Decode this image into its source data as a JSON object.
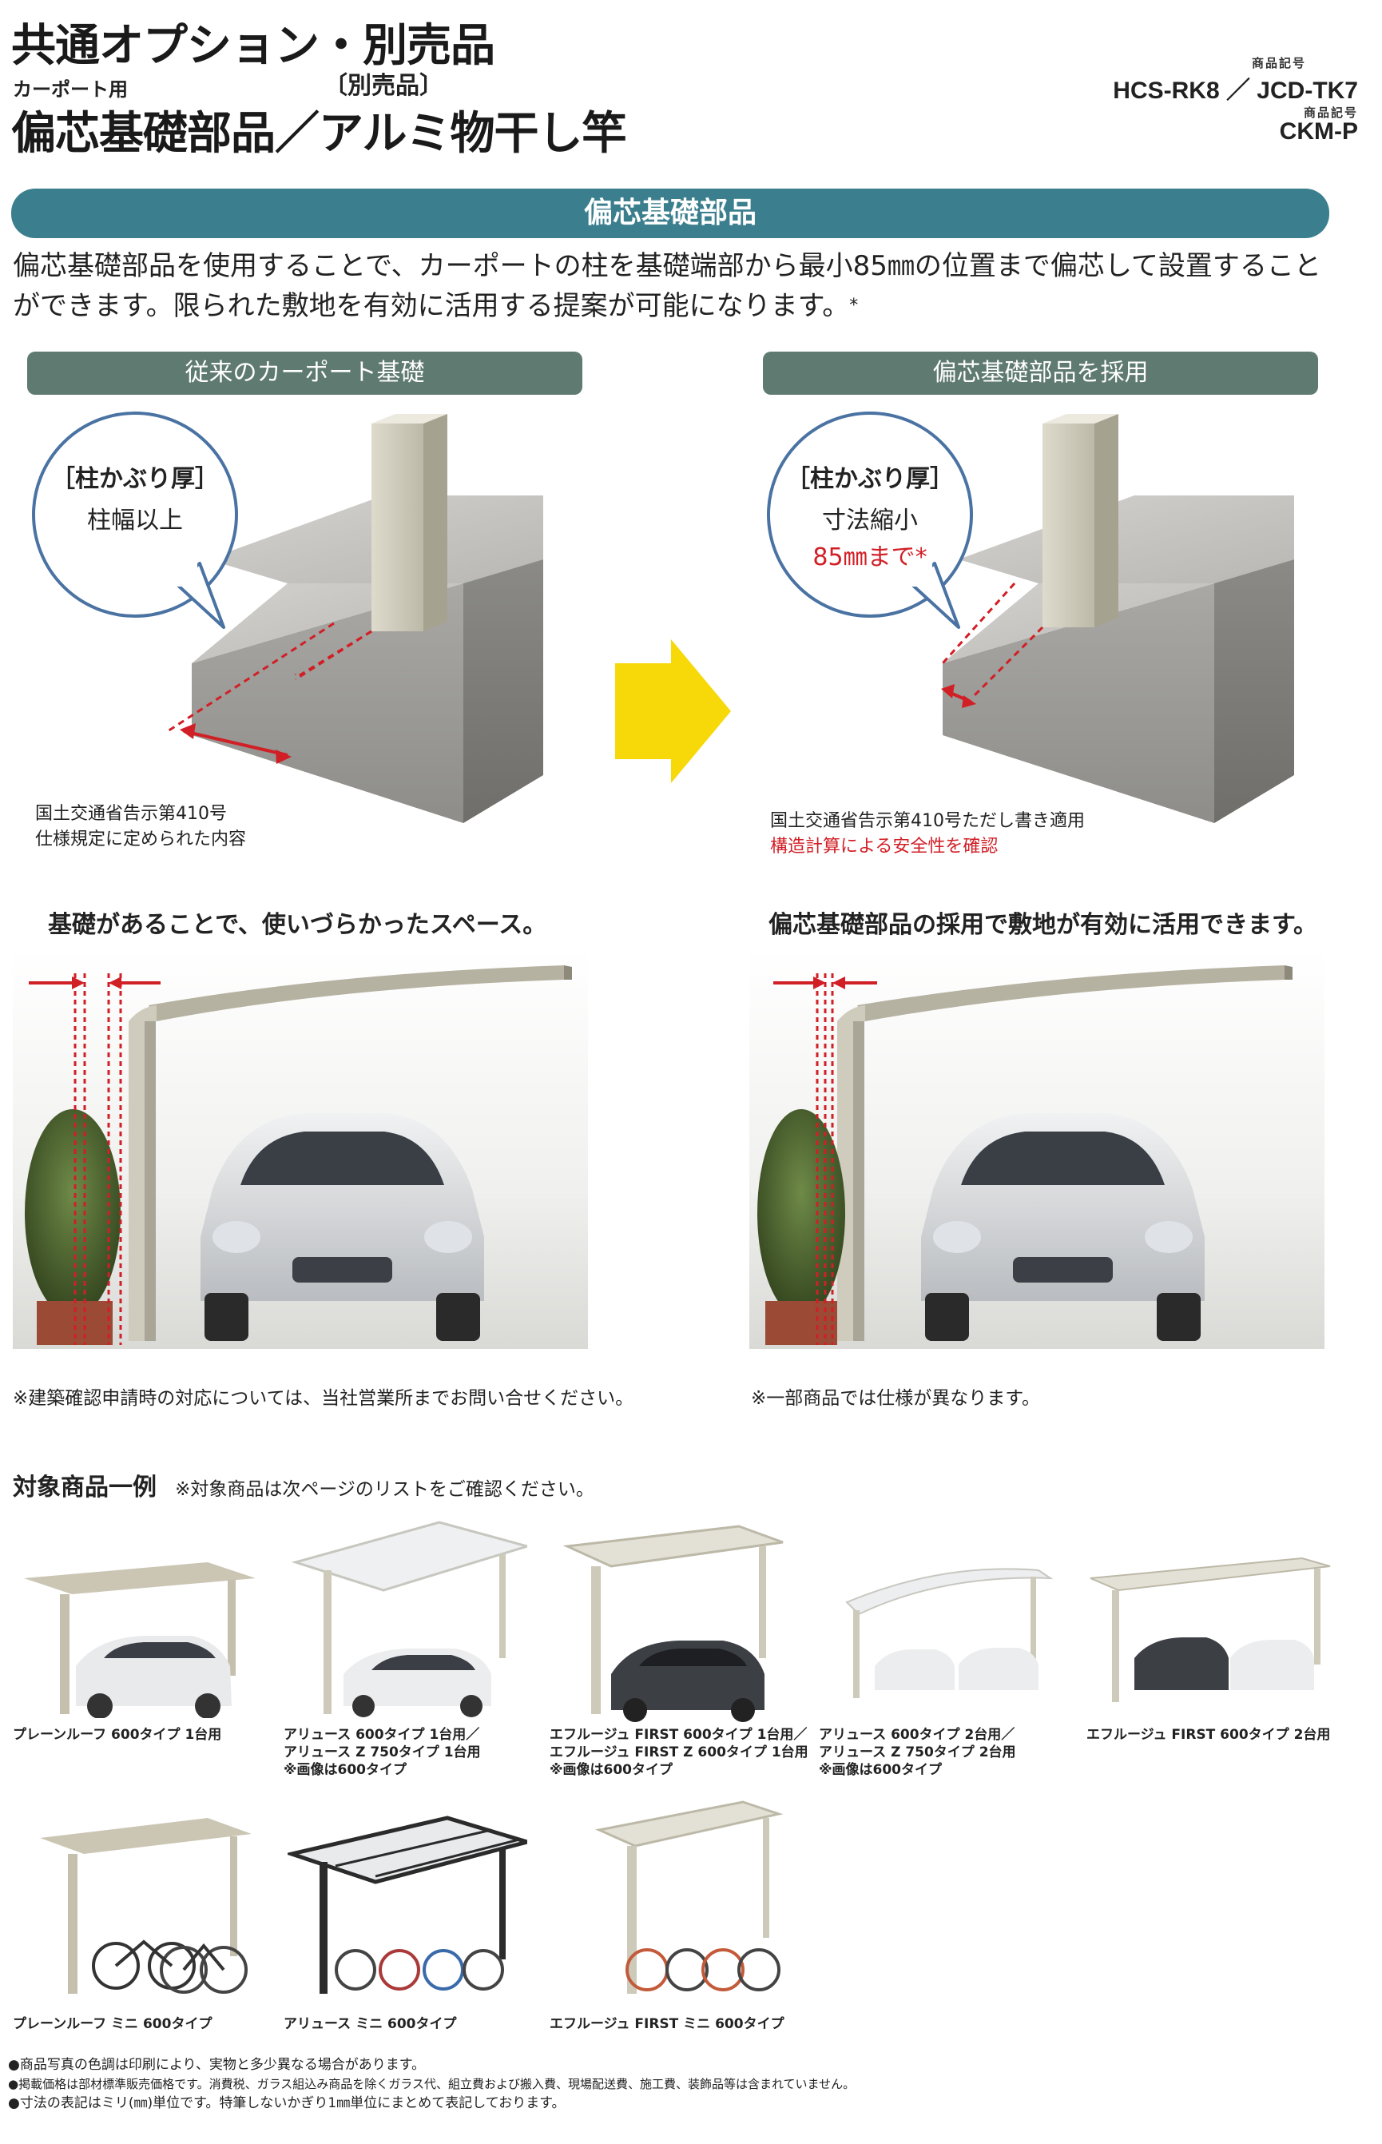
{
  "header": {
    "title_line1": "共通オプション・別売品",
    "subtitle_small": "カーポート用",
    "separate_tag": "〔別売品〕",
    "title_line2": "偏芯基礎部品／アルミ物干し竿",
    "code_label_1": "商品記号",
    "codes_1": "HCS-RK8 ／ JCD-TK7",
    "code_label_2": "商品記号",
    "codes_2": "CKM-P"
  },
  "section": {
    "band_title": "偏芯基礎部品",
    "description": "偏芯基礎部品を使用することで、カーポートの柱を基礎端部から最小85㎜の位置まで偏芯して設置することができます。限られた敷地を有効に活用する提案が可能になります。",
    "description_mark": "*"
  },
  "left_panel": {
    "heading": "従来のカーポート基礎",
    "bubble_title": "［柱かぶり厚］",
    "bubble_text": "柱幅以上",
    "caption_1": "国土交通省告示第410号",
    "caption_2": "仕様規定に定められた内容",
    "space_caption": "基礎があることで、使いづらかったスペース。",
    "note": "※建築確認申請時の対応については、当社営業所までお問い合せください。"
  },
  "right_panel": {
    "heading": "偏芯基礎部品を採用",
    "bubble_title": "［柱かぶり厚］",
    "bubble_text": "寸法縮小",
    "bubble_red": "85㎜まで*",
    "caption_1": "国土交通省告示第410号ただし書き適用",
    "caption_2": "構造計算による安全性を確認",
    "space_caption": "偏芯基礎部品の採用で敷地が有効に活用できます。",
    "note": "※一部商品では仕様が異なります。"
  },
  "products": {
    "heading": "対象商品一例",
    "heading_note": "※対象商品は次ページのリストをご確認ください。",
    "items": [
      {
        "l1": "プレーンルーフ 600タイプ 1台用",
        "l2": "",
        "l3": ""
      },
      {
        "l1": "アリュース 600タイプ 1台用／",
        "l2": "アリュース Z 750タイプ 1台用",
        "l3": "※画像は600タイプ"
      },
      {
        "l1": "エフルージュ FIRST 600タイプ 1台用／",
        "l2": "エフルージュ FIRST Z 600タイプ 1台用",
        "l3": "※画像は600タイプ"
      },
      {
        "l1": "アリュース 600タイプ 2台用／",
        "l2": "アリュース Z 750タイプ 2台用",
        "l3": "※画像は600タイプ"
      },
      {
        "l1": "エフルージュ FIRST 600タイプ 2台用",
        "l2": "",
        "l3": ""
      },
      {
        "l1": "プレーンルーフ ミニ 600タイプ",
        "l2": "",
        "l3": ""
      },
      {
        "l1": "アリュース ミニ 600タイプ",
        "l2": "",
        "l3": ""
      },
      {
        "l1": "エフルージュ FIRST ミニ 600タイプ",
        "l2": "",
        "l3": ""
      }
    ]
  },
  "footer": {
    "line1": "●商品写真の色調は印刷により、実物と多少異なる場合があります。",
    "line2": "●掲載価格は部材標準販売価格です。消費税、ガラス組込み商品を除くガラス代、組立費および搬入費、現場配送費、施工費、装飾品等は含まれていません。",
    "line3": "●寸法の表記はミリ(㎜)単位です。特筆しないかぎり1㎜単位にまとめて表記しております。"
  },
  "colors": {
    "band": "#3b7f8e",
    "subband": "#5f7a71",
    "accent_red": "#d11f26",
    "arrow_yellow": "#f7d90a",
    "bubble_border": "#4a73a3"
  }
}
